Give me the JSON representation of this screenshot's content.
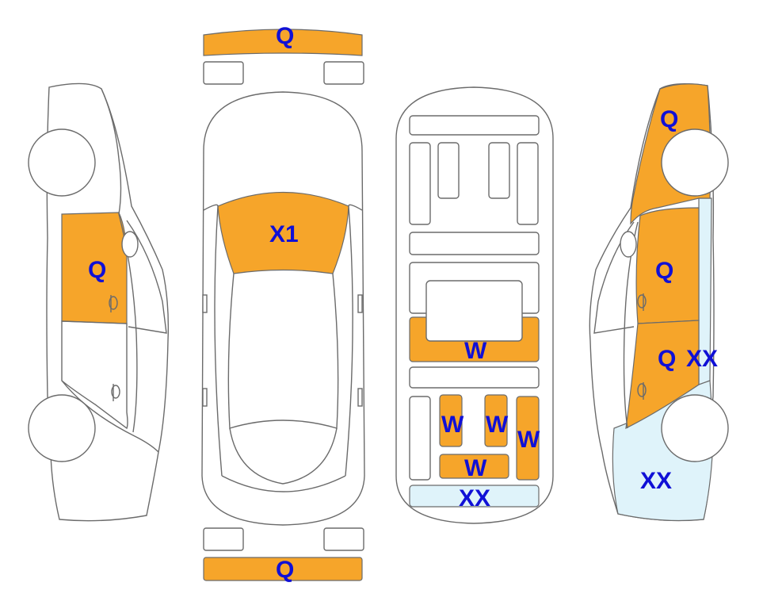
{
  "colors": {
    "damage_orange": "#f6a52a",
    "light_blue": "#dff3fa",
    "code_text": "#1010d6",
    "outline": "#6b6b6b"
  },
  "codes": {
    "front_bumper": "Q",
    "windshield": "X1",
    "rear_bumper": "Q",
    "left_front_door": "Q",
    "floor_mid": "W",
    "floor_left": "W",
    "floor_center": "W",
    "floor_right": "W",
    "floor_bottom": "W",
    "floor_rear": "XX",
    "right_fender": "Q",
    "right_front_door": "Q",
    "right_rear_door_q": "Q",
    "right_rear_door_xx": "XX",
    "right_quarter": "XX"
  },
  "panels": {
    "front_bumper": "orange",
    "windshield": "orange",
    "rear_bumper": "orange",
    "left_front_door": "orange",
    "floor_mid": "orange",
    "floor_left": "orange",
    "floor_center": "orange",
    "floor_right": "orange",
    "floor_bottom": "orange",
    "floor_rear": "light_blue",
    "right_fender": "orange",
    "right_front_door": "orange",
    "right_rear_door": "orange",
    "right_quarter": "light_blue",
    "right_pillar_strip": "light_blue"
  }
}
